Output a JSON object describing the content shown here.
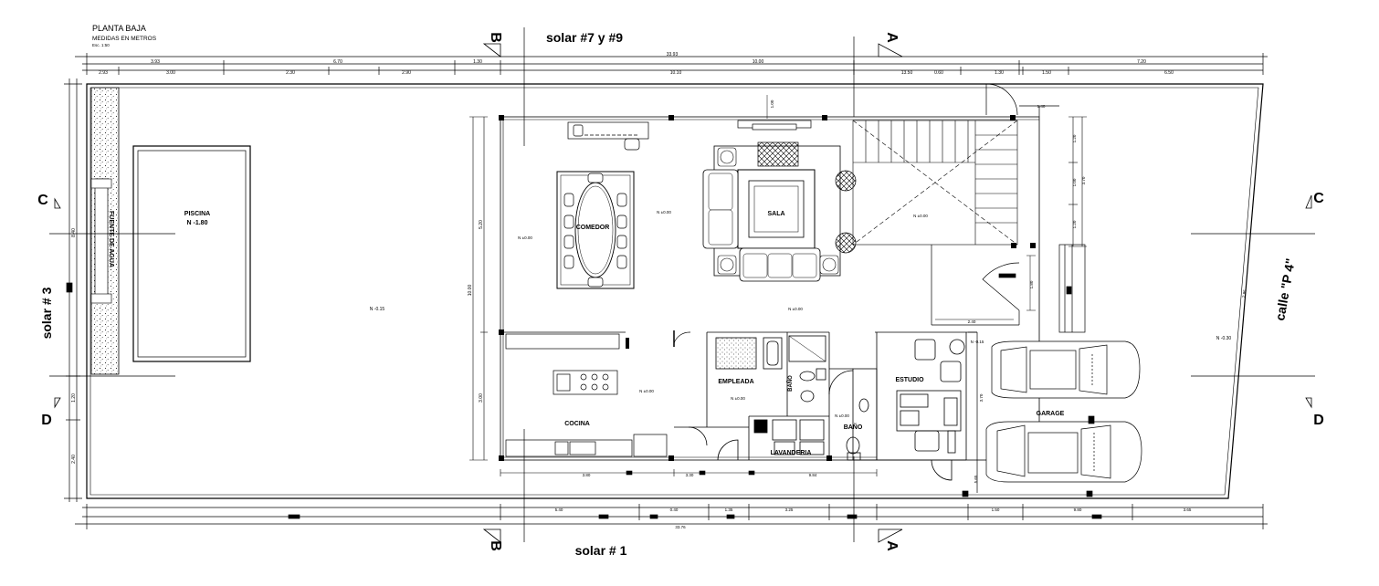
{
  "title": {
    "main": "PLANTA BAJA",
    "units": "MEDIDAS EN METROS",
    "scale": "Esc. 1:50"
  },
  "neighbors": {
    "top": "solar #7 y #9",
    "bottom": "solar # 1",
    "left": "solar # 3",
    "right": "calle \"P 4\""
  },
  "section_marks": {
    "a": "A",
    "b": "B",
    "c": "C",
    "d": "D"
  },
  "rooms": {
    "piscina": "PISCINA",
    "piscina_level": "N -1.80",
    "fuente": "FUENTE DE AGUA",
    "comedor": "COMEDOR",
    "sala": "SALA",
    "cocina": "COCINA",
    "empleada": "EMPLEADA",
    "bano_1": "BAÑO",
    "bano_2": "BAÑO",
    "lavanderia": "LAVANDERIA",
    "estudio": "ESTUDIO",
    "garage": "GARAGE"
  },
  "levels": {
    "patio": "N -0.15",
    "comedor": "N ±0.00",
    "comedor_2": "N ±0.00",
    "sala": "N ±0.00",
    "escalera": "N ±0.00",
    "cocina": "N ±0.00",
    "empleada": "N ±0.00",
    "bano": "N ±0.00",
    "garage": "N -0.15",
    "calle": "N -0.30"
  },
  "dimensions": {
    "top_total": "33.93",
    "top_row1": [
      "3.93",
      "6.70",
      "1.30",
      "10.00",
      "7.20"
    ],
    "top_row2": [
      "2.93",
      "3.00",
      "2.30",
      "2.90",
      "10.10",
      "13.50",
      "0.60",
      "1.30",
      "1.50",
      "6.50"
    ],
    "bottom_row1": [
      "5.40",
      "0.40",
      "1.35",
      "3.25",
      "1.50",
      "9.80",
      "3.65"
    ],
    "bottom_total": "33.76",
    "interior_bottom": [
      "3.80",
      "3.30",
      "9.84"
    ],
    "left_side": [
      "8.40",
      "1.20",
      "2.40"
    ],
    "interior_left": [
      "5.20",
      "10.00",
      "3.00"
    ],
    "right_side": [
      "1.20",
      "1.00",
      "1.20",
      "3.70"
    ],
    "misc": [
      "1.40",
      "1.00",
      "2.40",
      "1.80",
      "2.95",
      "3.70",
      "5.65"
    ]
  }
}
